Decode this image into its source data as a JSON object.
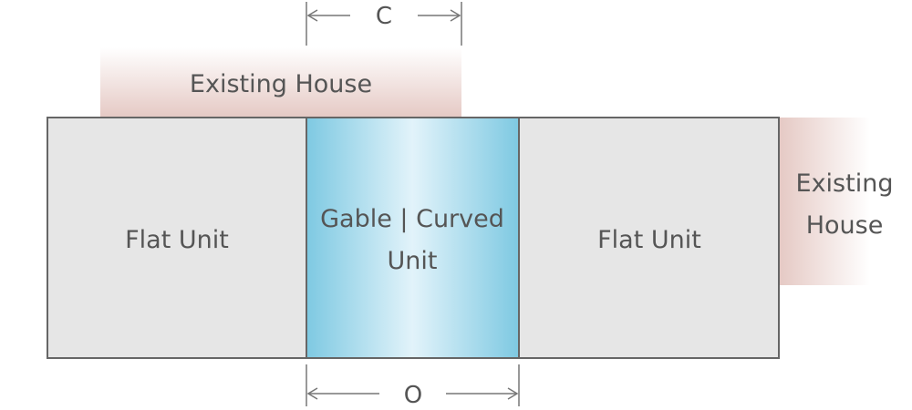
{
  "labels": {
    "existing_house_top": "Existing House",
    "existing_house_right_line1": "Existing",
    "existing_house_right_line2": "House",
    "flat_unit_left": "Flat Unit",
    "flat_unit_right": "Flat Unit",
    "center_unit_line1": "Gable | Curved",
    "center_unit_line2": "Unit"
  },
  "dimensions": {
    "top": "C",
    "bottom": "O"
  },
  "colors": {
    "flat_unit_fill": "#e6e6e6",
    "outline": "#666666",
    "existing_house_fill": "#e5c9c4",
    "center_unit_edge": "#7ec9e2",
    "center_unit_mid": "#e2f3fa",
    "dimension_line": "#777777",
    "text": "#555555"
  }
}
